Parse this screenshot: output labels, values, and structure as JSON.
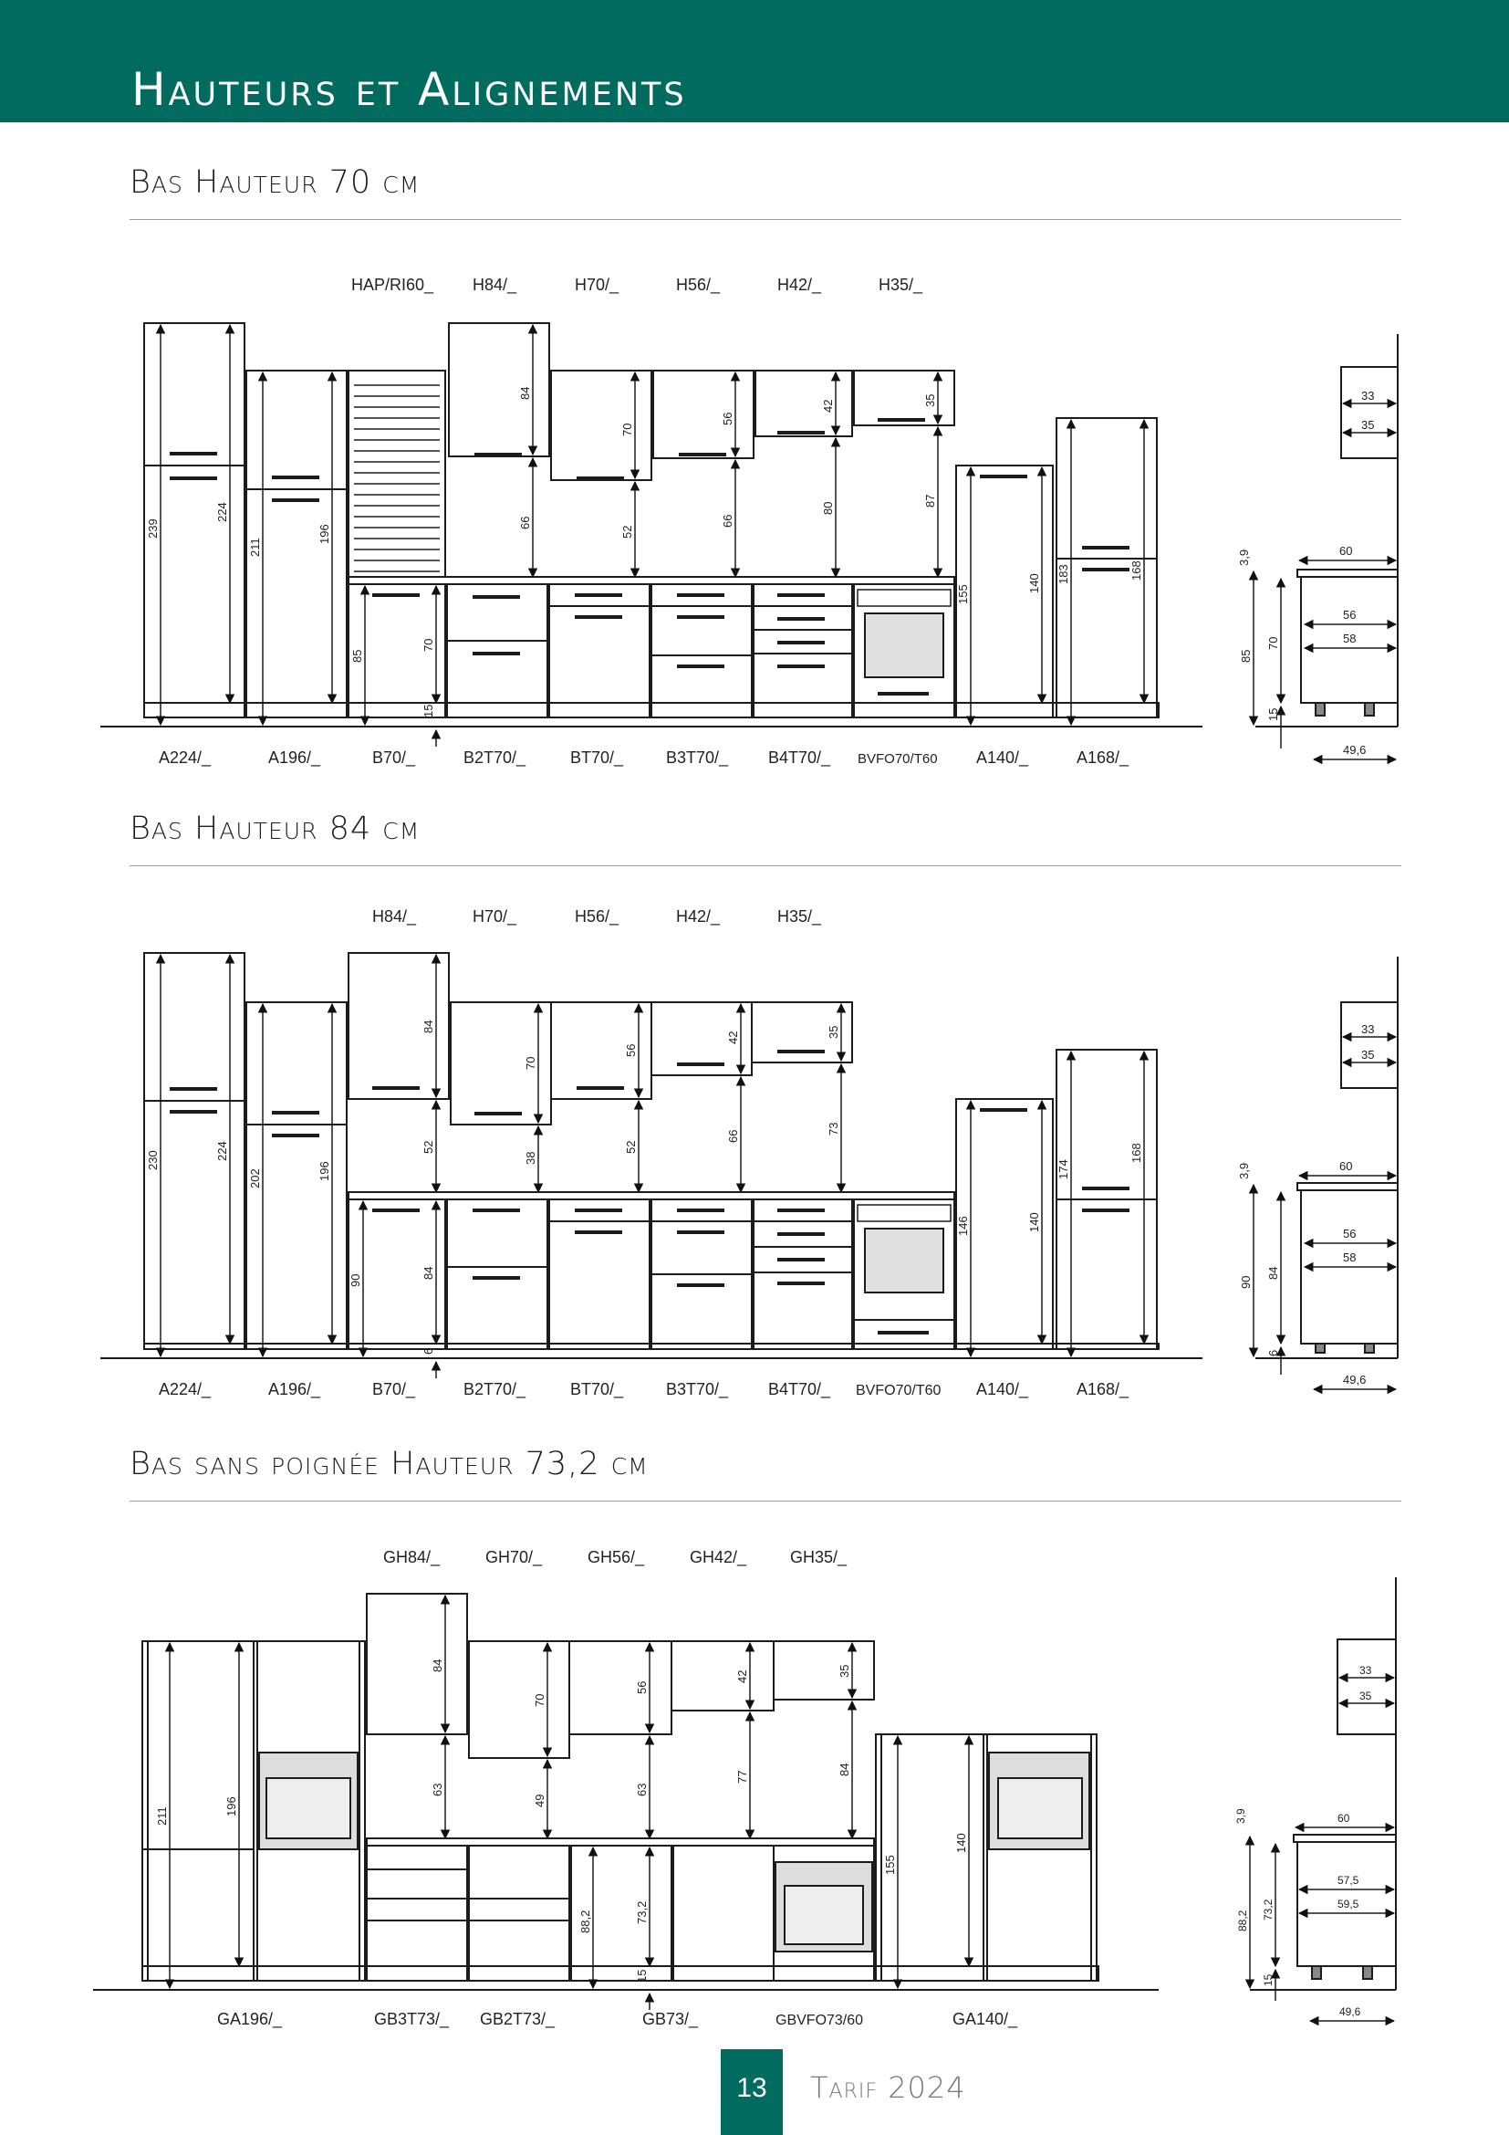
{
  "page_title": "Hauteurs et Alignements",
  "footer": {
    "page_number": "13",
    "tarif": "Tarif 2024"
  },
  "sections": [
    {
      "title": "Bas Hauteur 70 cm",
      "top_labels": [
        "HAP/RI60_",
        "H84/_",
        "H70/_",
        "H56/_",
        "H42/_",
        "H35/_"
      ],
      "bottom_labels": [
        "A224/_",
        "A196/_",
        "B70/_",
        "B2T70/_",
        "BT70/_",
        "B3T70/_",
        "B4T70/_",
        "BVFO70/T60",
        "A140/_",
        "A168/_"
      ],
      "dims": {
        "tall_total": "239",
        "tall_inner": "224",
        "col2_total": "211",
        "col2_inner": "196",
        "base_total": "85",
        "base_inner": "70",
        "plinth": "15",
        "wall_h": [
          "84",
          "70",
          "56",
          "42",
          "35"
        ],
        "wall_gap": [
          "66",
          "52",
          "66",
          "80",
          "87"
        ],
        "right_t1": "155",
        "right_i1": "140",
        "right_t2": "183",
        "right_i2": "168"
      },
      "side": {
        "top_w": "33",
        "top_d": "35",
        "worktop": "3,9",
        "depth": "60",
        "inner1": "56",
        "inner2": "58",
        "h_total": "85",
        "h_inner": "70",
        "plinth": "15",
        "foot": "49,6"
      }
    },
    {
      "title": "Bas Hauteur 84 cm",
      "top_labels": [
        "H84/_",
        "H70/_",
        "H56/_",
        "H42/_",
        "H35/_"
      ],
      "bottom_labels": [
        "A224/_",
        "A196/_",
        "B70/_",
        "B2T70/_",
        "BT70/_",
        "B3T70/_",
        "B4T70/_",
        "BVFO70/T60",
        "A140/_",
        "A168/_"
      ],
      "dims": {
        "tall_total": "230",
        "tall_inner": "224",
        "col2_total": "202",
        "col2_inner": "196",
        "base_total": "90",
        "base_inner": "84",
        "plinth": "6",
        "wall_h": [
          "84",
          "70",
          "56",
          "42",
          "35"
        ],
        "wall_gap": [
          "52",
          "38",
          "52",
          "66",
          "73"
        ],
        "right_t1": "146",
        "right_i1": "140",
        "right_t2": "174",
        "right_i2": "168"
      },
      "side": {
        "top_w": "33",
        "top_d": "35",
        "worktop": "3,9",
        "depth": "60",
        "inner1": "56",
        "inner2": "58",
        "h_total": "90",
        "h_inner": "84",
        "plinth": "6",
        "foot": "49,6"
      }
    },
    {
      "title": "Bas sans poignée Hauteur 73,2 cm",
      "top_labels": [
        "GH84/_",
        "GH70/_",
        "GH56/_",
        "GH42/_",
        "GH35/_"
      ],
      "bottom_labels": [
        "GA196/_",
        "GB3T73/_",
        "GB2T73/_",
        "GB73/_",
        "GBVFO73/60",
        "GA140/_"
      ],
      "dims": {
        "tall_total": "211",
        "tall_inner": "196",
        "base_total": "88,2",
        "base_inner": "73,2",
        "plinth": "15",
        "wall_h": [
          "84",
          "70",
          "56",
          "42",
          "35"
        ],
        "wall_gap": [
          "63",
          "49",
          "63",
          "77",
          "84"
        ],
        "right_t1": "155",
        "right_i1": "140"
      },
      "side": {
        "top_w": "33",
        "top_d": "35",
        "worktop": "3,9",
        "depth": "60",
        "inner1": "57,5",
        "inner2": "59,5",
        "h_total": "88,2",
        "h_inner": "73,2",
        "plinth": "15",
        "foot": "49,6"
      }
    }
  ]
}
